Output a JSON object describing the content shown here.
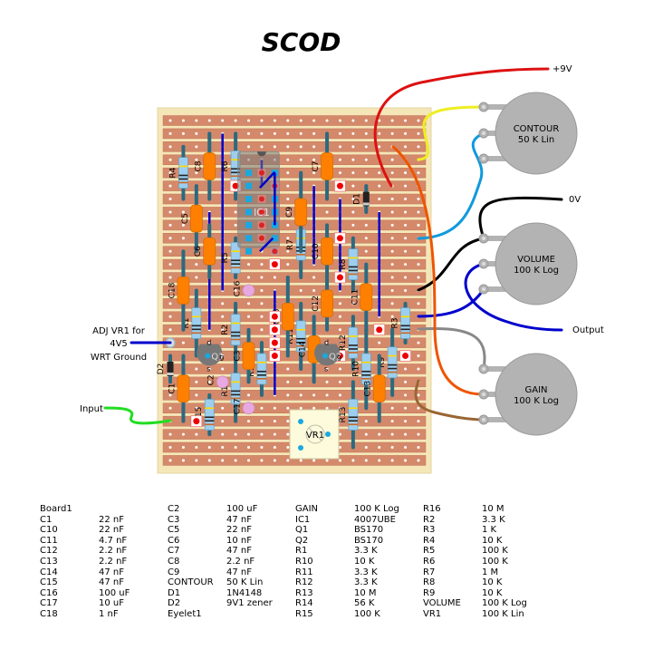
{
  "title": "SCOD",
  "board": {
    "rows": 27,
    "cols": 20,
    "strip_color": "#d4896a",
    "board_color": "#f5e6b8",
    "hole_color": "#ffffff"
  },
  "colors": {
    "link": "#0000cc",
    "lead": "#2b6a80",
    "capacitor": "#ff8000",
    "electrolytic": "#e8a8e0",
    "resistor_body": "#9ccfef",
    "pot": "#b3b3b3",
    "wire_red": "#dd1111",
    "wire_yellow": "#eeee22",
    "wire_cyan": "#1199dd",
    "wire_black": "#000000",
    "wire_blue": "#0000cc",
    "wire_gray": "#888888",
    "wire_orange": "#ee5500",
    "wire_brown": "#996633",
    "wire_green": "#22dd22",
    "cut_mark": "#ee0000"
  },
  "labels": {
    "supply": "+9V",
    "ground": "0V",
    "output": "Output",
    "input": "Input",
    "adjust_line1": "ADJ VR1 for",
    "adjust_line2": "4V5",
    "adjust_line3": "WRT Ground"
  },
  "pots": [
    {
      "id": "contour",
      "name": "CONTOUR",
      "value": "50 K Lin"
    },
    {
      "id": "volume",
      "name": "VOLUME",
      "value": "100 K Log"
    },
    {
      "id": "gain",
      "name": "GAIN",
      "value": "100 K Log"
    }
  ],
  "components": {
    "resistors": [
      {
        "ref": "R4",
        "col": 1,
        "r1": 2,
        "r2": 6
      },
      {
        "ref": "R6",
        "col": 5,
        "r1": 1,
        "r2": 6
      },
      {
        "ref": "R5",
        "col": 5,
        "r1": 9,
        "r2": 12
      },
      {
        "ref": "R1",
        "col": 2,
        "r1": 13,
        "r2": 18
      },
      {
        "ref": "R2",
        "col": 5,
        "r1": 14,
        "r2": 18
      },
      {
        "ref": "R7",
        "col": 10,
        "r1": 7,
        "r2": 12
      },
      {
        "ref": "R8",
        "col": 14,
        "r1": 9,
        "r2": 13
      },
      {
        "ref": "R11",
        "col": 10,
        "r1": 14,
        "r2": 19
      },
      {
        "ref": "R12",
        "col": 14,
        "r1": 15,
        "r2": 19
      },
      {
        "ref": "R3",
        "col": 18,
        "r1": 14,
        "r2": 17
      },
      {
        "ref": "R9",
        "col": 17,
        "r1": 16,
        "r2": 21
      },
      {
        "ref": "R10",
        "col": 15,
        "r1": 16,
        "r2": 22
      },
      {
        "ref": "R14",
        "col": 7,
        "r1": 17,
        "r2": 21
      },
      {
        "ref": "R16",
        "col": 5,
        "r1": 18,
        "r2": 23
      },
      {
        "ref": "R15",
        "col": 3,
        "r1": 21,
        "r2": 24
      },
      {
        "ref": "R13",
        "col": 14,
        "r1": 20,
        "r2": 25
      }
    ],
    "capacitors": [
      {
        "ref": "C8",
        "col": 3,
        "r1": 1,
        "r2": 6
      },
      {
        "ref": "C5",
        "col": 2,
        "r1": 5,
        "r2": 10
      },
      {
        "ref": "C6",
        "col": 3,
        "r1": 8,
        "r2": 12
      },
      {
        "ref": "C7",
        "col": 12,
        "r1": 1,
        "r2": 6
      },
      {
        "ref": "C9",
        "col": 10,
        "r1": 4,
        "r2": 10
      },
      {
        "ref": "C10",
        "col": 12,
        "r1": 8,
        "r2": 12
      },
      {
        "ref": "C18",
        "col": 1,
        "r1": 10,
        "r2": 16
      },
      {
        "ref": "C15",
        "col": 9,
        "r1": 12,
        "r2": 18
      },
      {
        "ref": "C12",
        "col": 12,
        "r1": 12,
        "r2": 16
      },
      {
        "ref": "C11",
        "col": 15,
        "r1": 11,
        "r2": 16
      },
      {
        "ref": "C14",
        "col": 11,
        "r1": 15,
        "r2": 20
      },
      {
        "ref": "C3",
        "col": 6,
        "r1": 16,
        "r2": 20
      },
      {
        "ref": "C1",
        "col": 1,
        "r1": 18,
        "r2": 23
      },
      {
        "ref": "C13",
        "col": 16,
        "r1": 18,
        "r2": 23
      }
    ],
    "electrolytics": [
      {
        "ref": "C16",
        "col": 6,
        "row": 13
      },
      {
        "ref": "C2",
        "col": 4,
        "row": 20
      },
      {
        "ref": "C17",
        "col": 6,
        "row": 22
      }
    ],
    "links": [
      {
        "col": 4,
        "r1": 1,
        "r2": 13
      },
      {
        "col": 3,
        "r1": 7,
        "r2": 16
      },
      {
        "col": 7,
        "r1": 3,
        "r2": 5
      },
      {
        "col": 11,
        "r1": 5,
        "r2": 11
      },
      {
        "col": 13,
        "r1": 6,
        "r2": 13
      },
      {
        "col": 16,
        "r1": 7,
        "r2": 15
      },
      {
        "col": 8,
        "r1": 13,
        "r2": 21
      }
    ],
    "cuts": [
      {
        "col": 5,
        "row": 5
      },
      {
        "col": 13,
        "row": 5
      },
      {
        "col": 8,
        "row": 11
      },
      {
        "col": 13,
        "row": 9
      },
      {
        "col": 13,
        "row": 12
      },
      {
        "col": 8,
        "row": 15
      },
      {
        "col": 8,
        "row": 16
      },
      {
        "col": 8,
        "row": 17
      },
      {
        "col": 8,
        "row": 18
      },
      {
        "col": 13,
        "row": 18
      },
      {
        "col": 16,
        "row": 16
      },
      {
        "col": 18,
        "row": 18
      },
      {
        "col": 2,
        "row": 23
      }
    ],
    "ic": {
      "ref": "IC1"
    },
    "transistors": [
      {
        "ref": "Q1",
        "pins": [
          "d",
          "g",
          "s"
        ]
      },
      {
        "ref": "Q2",
        "pins": [
          "d",
          "g",
          "s"
        ]
      }
    ],
    "diodes": [
      {
        "ref": "D1"
      },
      {
        "ref": "D2"
      }
    ],
    "trimmer": {
      "ref": "VR1"
    }
  },
  "bom": [
    [
      [
        "Board1",
        ""
      ],
      [
        "C1",
        "22 nF"
      ],
      [
        "C10",
        "22 nF"
      ],
      [
        "C11",
        "4.7 nF"
      ],
      [
        "C12",
        "2.2 nF"
      ],
      [
        "C13",
        "2.2 nF"
      ],
      [
        "C14",
        "47 nF"
      ],
      [
        "C15",
        "47 nF"
      ],
      [
        "C16",
        "100 uF"
      ],
      [
        "C17",
        "10 uF"
      ],
      [
        "C18",
        "1 nF"
      ]
    ],
    [
      [
        "C2",
        "100 uF"
      ],
      [
        "C3",
        "47 nF"
      ],
      [
        "C5",
        "22 nF"
      ],
      [
        "C6",
        "10 nF"
      ],
      [
        "C7",
        "47 nF"
      ],
      [
        "C8",
        "2.2 nF"
      ],
      [
        "C9",
        "47 nF"
      ],
      [
        "CONTOUR",
        "50 K Lin"
      ],
      [
        "D1",
        "1N4148"
      ],
      [
        "D2",
        "9V1 zener"
      ],
      [
        "Eyelet1",
        ""
      ]
    ],
    [
      [
        "GAIN",
        "100 K Log"
      ],
      [
        "IC1",
        "4007UBE"
      ],
      [
        "Q1",
        "BS170"
      ],
      [
        "Q2",
        "BS170"
      ],
      [
        "R1",
        "3.3 K"
      ],
      [
        "R10",
        "10 K"
      ],
      [
        "R11",
        "3.3 K"
      ],
      [
        "R12",
        "3.3 K"
      ],
      [
        "R13",
        "10 M"
      ],
      [
        "R14",
        "56 K"
      ],
      [
        "R15",
        "100 K"
      ]
    ],
    [
      [
        "R16",
        "10 M"
      ],
      [
        "R2",
        "3.3 K"
      ],
      [
        "R3",
        "1 K"
      ],
      [
        "R4",
        "10 K"
      ],
      [
        "R5",
        "100 K"
      ],
      [
        "R6",
        "100 K"
      ],
      [
        "R7",
        "1 M"
      ],
      [
        "R8",
        "10 K"
      ],
      [
        "R9",
        "10 K"
      ],
      [
        "VOLUME",
        "100 K Log"
      ],
      [
        "VR1",
        "100 K Lin"
      ]
    ]
  ]
}
